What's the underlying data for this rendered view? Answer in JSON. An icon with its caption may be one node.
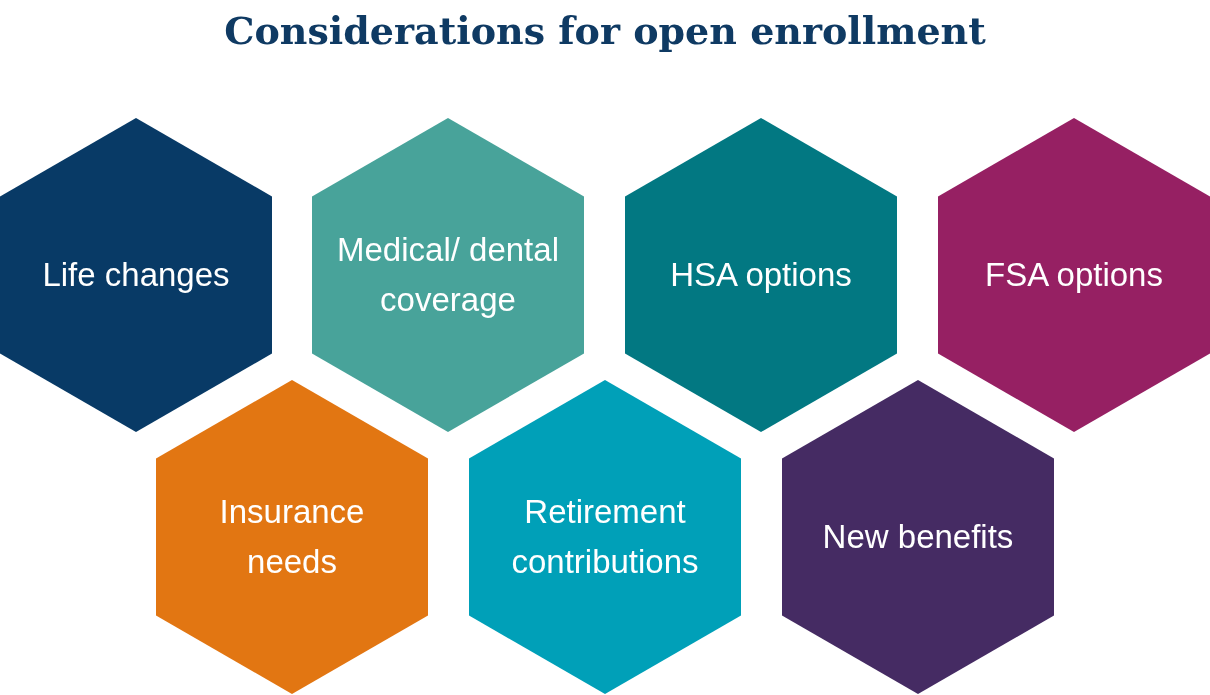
{
  "diagram": {
    "title": "Considerations for open enrollment",
    "nodes": [
      {
        "text": [
          "Life changes"
        ]
      },
      {
        "text": [
          "Medical/ dental coverage"
        ]
      },
      {
        "text": [
          "HSA options"
        ]
      },
      {
        "text": [
          "FSA options"
        ]
      },
      {
        "text": [
          "Insurance needs"
        ]
      },
      {
        "text": [
          "Retirement contributions"
        ]
      },
      {
        "text": [
          "New benefits"
        ]
      }
    ]
  }
}
